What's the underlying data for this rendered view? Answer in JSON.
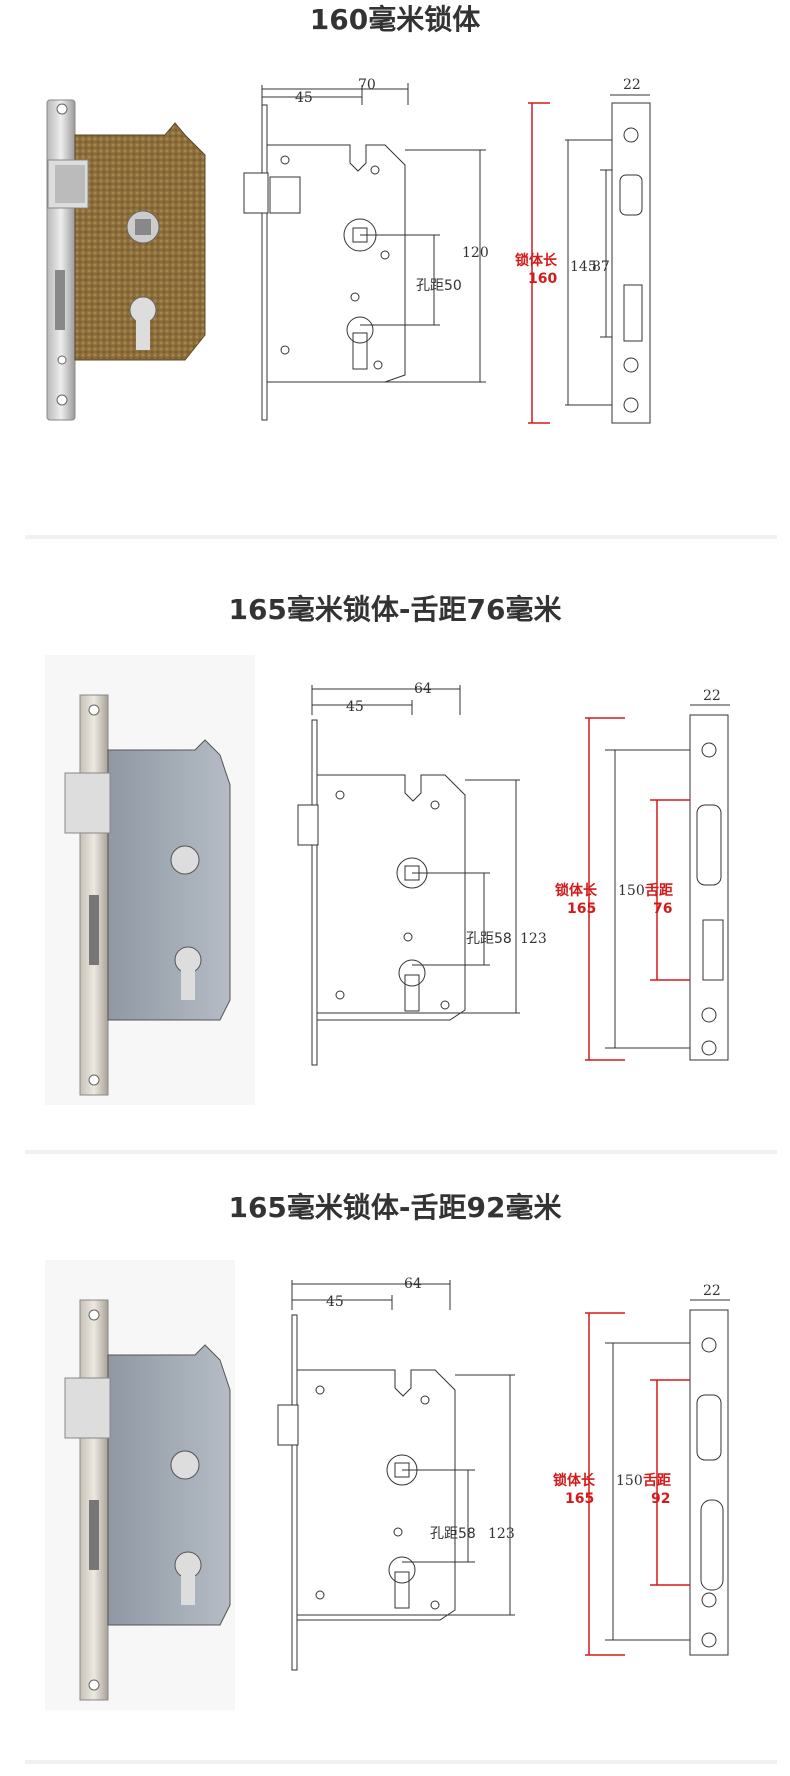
{
  "sections": [
    {
      "title": "160毫米锁体",
      "dim_width_45": "45",
      "dim_width_total": "70",
      "dim_height": "120",
      "hole_distance_label": "孔距50",
      "faceplate_width": "22",
      "body_length_label": "锁体长",
      "body_length_value": "160",
      "dim_145": "145",
      "dim_87": "87"
    },
    {
      "title": "165毫米锁体-舌距76毫米",
      "dim_width_45": "45",
      "dim_width_total": "64",
      "dim_height": "123",
      "hole_distance_label": "孔距58",
      "faceplate_width": "22",
      "body_length_label": "锁体长",
      "body_length_value": "165",
      "dim_150": "150",
      "tongue_label": "舌距",
      "tongue_value": "76"
    },
    {
      "title": "165毫米锁体-舌距92毫米",
      "dim_width_45": "45",
      "dim_width_total": "64",
      "dim_height": "123",
      "hole_distance_label": "孔距58",
      "faceplate_width": "22",
      "body_length_label": "锁体长",
      "body_length_value": "165",
      "dim_150": "150",
      "tongue_label": "舌距",
      "tongue_value": "92"
    }
  ],
  "colors": {
    "bronze_body": "#8a6d3b",
    "steel_body": "#9aa3ad",
    "faceplate": "#d0d0d0",
    "dimension_red": "#d41a1a"
  }
}
